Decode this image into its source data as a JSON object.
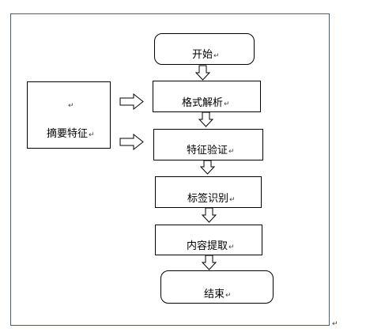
{
  "diagram": {
    "steps": [
      {
        "label": "开始"
      },
      {
        "label": "格式解析"
      },
      {
        "label": "特征验证"
      },
      {
        "label": "标签识别"
      },
      {
        "label": "内容提取"
      },
      {
        "label": "结束"
      }
    ],
    "side": {
      "label": "摘要特征"
    },
    "paragraph_mark": "↵"
  }
}
